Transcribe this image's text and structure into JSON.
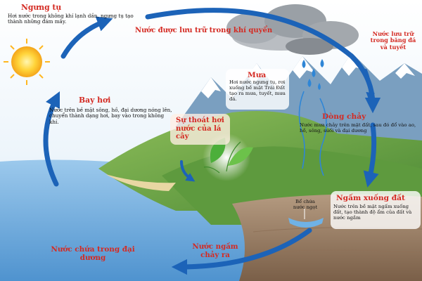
{
  "stages": {
    "condensation": {
      "title": "Ngưng tụ",
      "desc": "Hơi nước trong không khí lạnh dần, ngưng tụ tạo thành những đám mây."
    },
    "atmosphere_storage": {
      "title": "Nước được lưu trữ trong khí quyển"
    },
    "ice_storage": {
      "title": "Nước lưu trữ trong băng đá và tuyết"
    },
    "evaporation": {
      "title": "Bay hơi",
      "desc": "Nước trên bề mặt sông, hồ, đại dương nóng lên, chuyển thành dạng hơi, bay vào trong không khí."
    },
    "precipitation": {
      "title": "Mưa",
      "desc": "Hơi nước ngưng tụ, rơi xuống bề mặt Trái Đất tạo ra mưa, tuyết, mưa đá."
    },
    "runoff": {
      "title": "Dòng chảy",
      "desc": "Nước mưa chảy trên mặt đất, sau đó đổ vào ao, hồ, sông, suối và đại dương"
    },
    "transpiration": {
      "title": "Sự thoát hơi nước của lá cây"
    },
    "infiltration": {
      "title": "Ngấm xuống đất",
      "desc": "Nước trên bề mặt ngấm xuống đất, tạo thành độ ẩm của đất và nước ngầm"
    },
    "freshwater_reservoir": {
      "title": "Bể chứa nước ngọt"
    },
    "groundwater_flow": {
      "title": "Nước ngầm chảy ra"
    },
    "ocean_storage": {
      "title": "Nước chứa trong đại dương"
    }
  },
  "icons": [
    "sun-icon",
    "cloud-icon",
    "raindrop-icon",
    "leaf-icon",
    "cycle-arrow"
  ],
  "colors": {
    "title_red": "#d42a22",
    "arrow_blue": "#1c63b8",
    "text_dark": "#111111",
    "ocean": "#7fb8e4",
    "hills": "#6fa245"
  }
}
